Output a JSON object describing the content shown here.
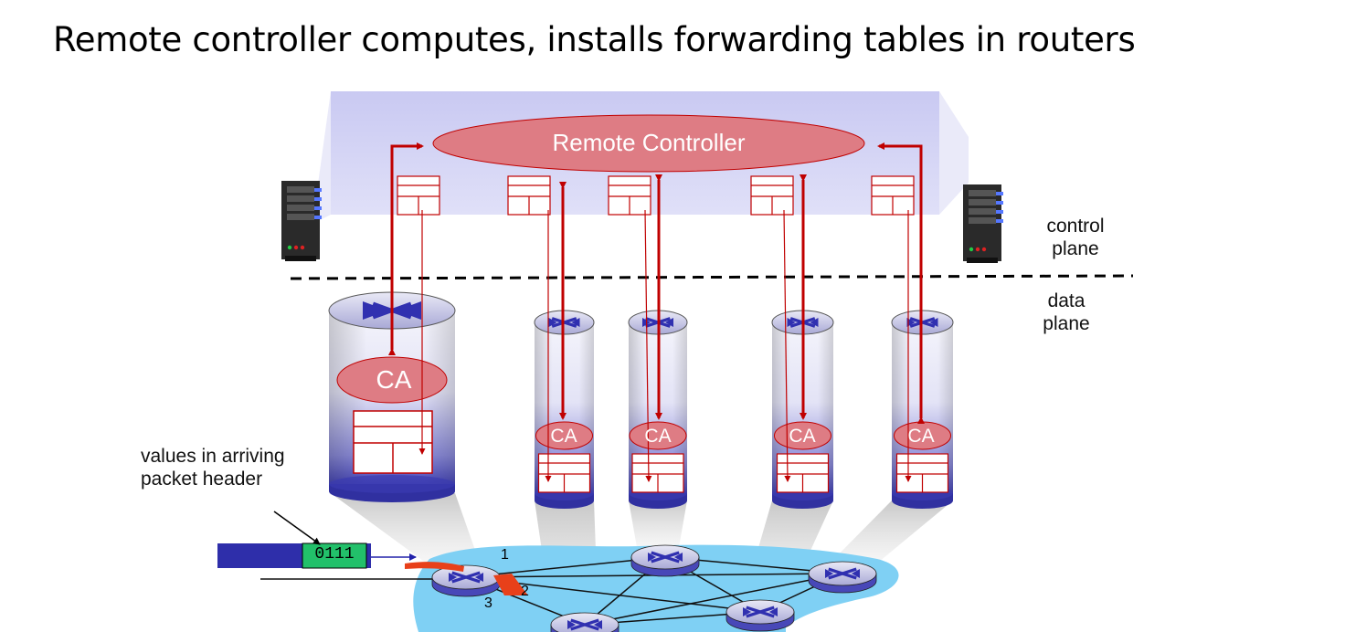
{
  "title": "Remote controller computes, installs forwarding tables in routers",
  "controller": {
    "label": "Remote Controller"
  },
  "planes": {
    "control": "control\nplane",
    "data": "data\nplane"
  },
  "agents": {
    "big": "CA",
    "small": [
      "CA",
      "CA",
      "CA",
      "CA"
    ]
  },
  "packet": {
    "annotation": "values in arriving\npacket header",
    "value": "0111"
  },
  "ports": [
    "1",
    "2",
    "3"
  ],
  "colors": {
    "control_bg": "#d2d2f3",
    "controller_fill": "#de7c84",
    "arrow": "#c00000",
    "router_side": "#4848b8",
    "network": "#7fd0f4",
    "packet_blue": "#2e2eaa",
    "packet_green": "#22c06a"
  },
  "icons": [
    "server-icon",
    "router-icon",
    "switch-x-icon"
  ]
}
